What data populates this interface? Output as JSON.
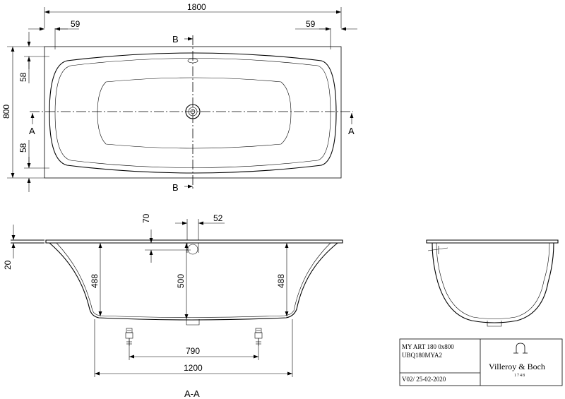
{
  "dimensions": {
    "overall_length": "1800",
    "rim_left": "59",
    "rim_right": "59",
    "overall_width": "800",
    "rim_top": "58",
    "rim_bottom": "58",
    "drain_offset": "70",
    "drain_diameter": "52",
    "rim_thickness": "20",
    "depth_left": "488",
    "depth_center": "500",
    "depth_right": "488",
    "foot_spacing": "790",
    "base_length": "1200"
  },
  "section_labels": {
    "b_top": "B",
    "b_bottom": "B",
    "a_left": "A",
    "a_right": "A",
    "section_title": "A-A"
  },
  "title_block": {
    "model": "MY ART 180 0x800",
    "code": "UBQ180MYA2",
    "version": "V02/ 25-02-2020",
    "brand": "Villeroy & Boch",
    "year": "1748"
  }
}
